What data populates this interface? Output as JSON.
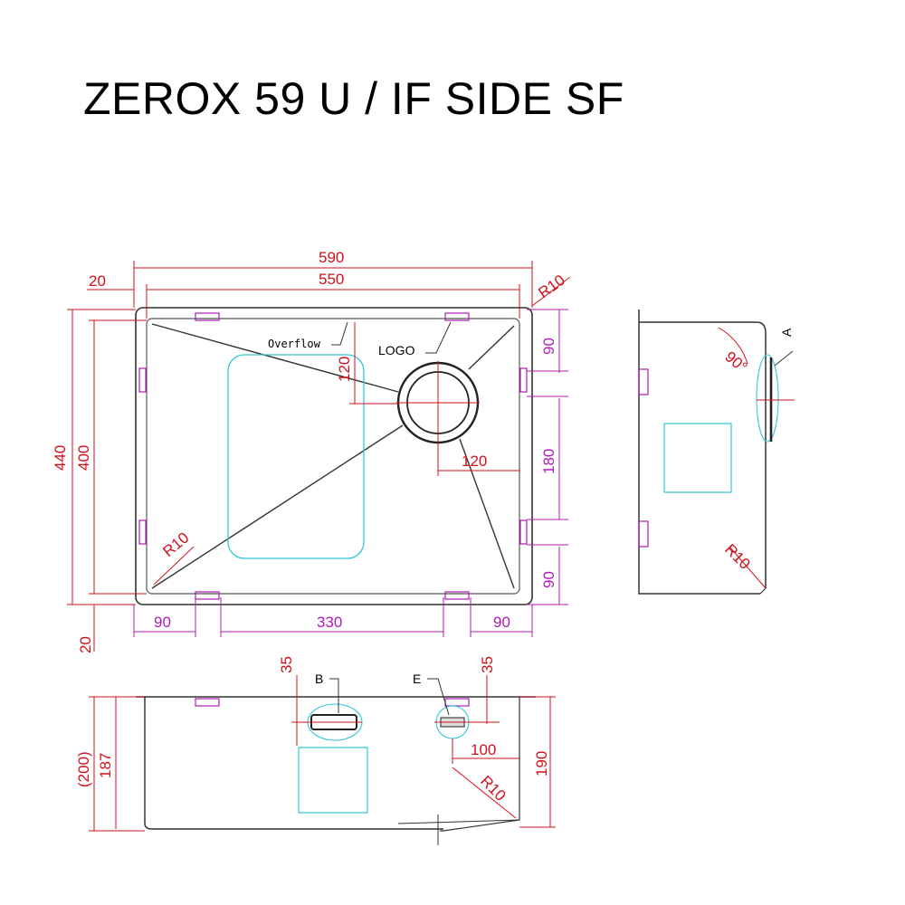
{
  "title": "ZEROX 59 U / IF SIDE SF",
  "dims": {
    "w590": "590",
    "w550": "550",
    "w20top": "20",
    "r10_tr": "R10",
    "h440": "440",
    "h400": "400",
    "h20bot": "20",
    "d90a": "90",
    "d180": "180",
    "d90b": "90",
    "d120v": "120",
    "d120h": "120",
    "b90l": "90",
    "b330": "330",
    "b90r": "90",
    "r10_in": "R10",
    "s90deg": "90°",
    "sR10": "R10",
    "f35a": "35",
    "f35b": "35",
    "f100": "100",
    "f200": "(200)",
    "f187": "187",
    "f190": "190",
    "fR10": "R10"
  },
  "labels": {
    "overflow": "Overflow",
    "logo": "LOGO",
    "detail_a": "A",
    "detail_b": "B",
    "detail_e": "E"
  },
  "colors": {
    "dimension": "#d0101a",
    "magenta": "#b01ab8",
    "cyan": "#30c8d8",
    "outline": "#222222"
  }
}
